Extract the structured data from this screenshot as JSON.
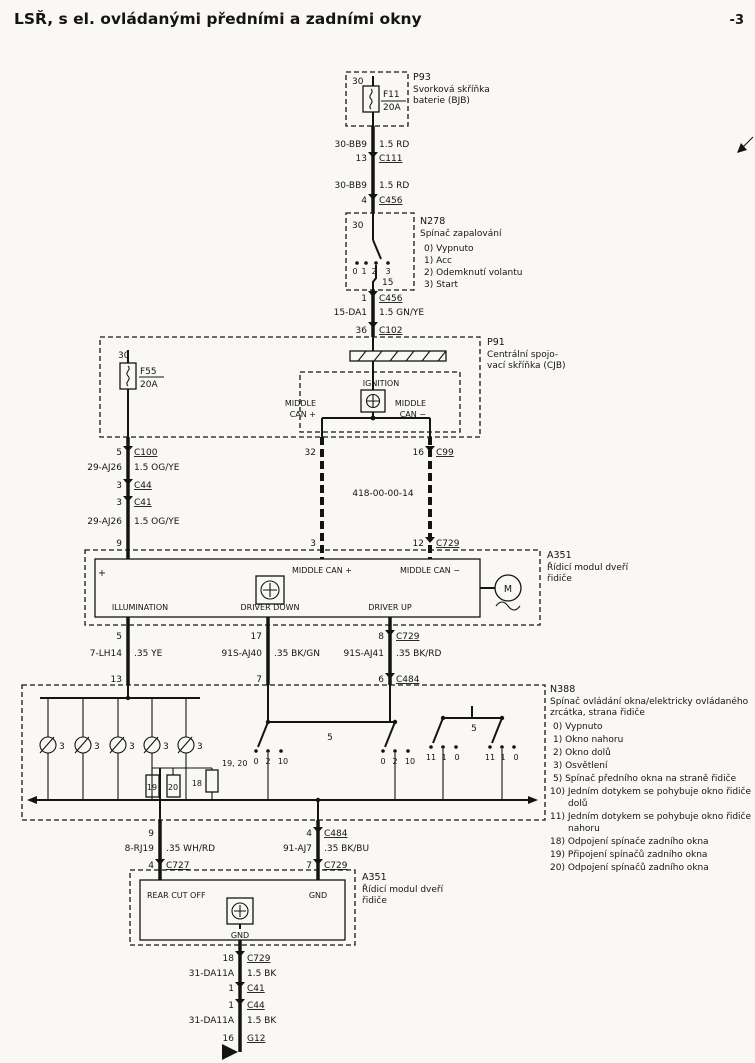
{
  "header": {
    "title": "LSŘ, s el. ovládanými předními a zadními okny",
    "page": "-3"
  },
  "p93": {
    "id": "P93",
    "desc_line1": "Svorková skříňka",
    "desc_line2": "baterie (BJB)",
    "terminal": "30",
    "fuse": "F11",
    "fuse_rating": "20A"
  },
  "seg1": {
    "wire1_code": "30-BB9",
    "wire1_spec": "1.5 RD",
    "c111_pin": "13",
    "c111": "C111",
    "wire2_code": "30-BB9",
    "wire2_spec": "1.5 RD",
    "c456_pin": "4",
    "c456": "C456"
  },
  "n278": {
    "id": "N278",
    "name": "Spínač zapalování",
    "terminal_in": "30",
    "pos0": "0",
    "pos1": "1",
    "pos2": "2",
    "pos3": "3",
    "terminal_out": "15",
    "legend": [
      "0) Vypnuto",
      "1) Acc",
      "2) Odemknutí volantu",
      "3) Start"
    ]
  },
  "seg2": {
    "c456_pin": "1",
    "c456": "C456",
    "wire_code": "15-DA1",
    "wire_spec": "1.5 GN/YE",
    "c102_pin": "36",
    "c102": "C102"
  },
  "p91": {
    "id": "P91",
    "desc_line1": "Centrální spojo-",
    "desc_line2": "vací skříňka (CJB)",
    "terminal": "30",
    "fuse": "F55",
    "fuse_rating": "20A",
    "ignition": "IGNITION",
    "can_plus_line1": "MIDDLE",
    "can_plus_line2": "CAN +",
    "can_minus_line1": "MIDDLE",
    "can_minus_line2": "CAN −"
  },
  "seg3": {
    "c100_pin": "5",
    "c100": "C100",
    "wire1_code": "29-AJ26",
    "wire1_spec": "1.5 OG/YE",
    "c44_pin": "3",
    "c44": "C44",
    "c41_pin": "3",
    "c41": "C41",
    "wire2_code": "29-AJ26",
    "wire2_spec": "1.5 OG/YE",
    "pin9": "9",
    "can_plus_pin_top": "32",
    "can_plus_pin_bottom": "3",
    "c99_pin": "16",
    "c99": "C99",
    "c729_pin": "12",
    "c729": "C729",
    "twisted_pair": "418-00-00-14"
  },
  "a351_top": {
    "id": "A351",
    "desc_line1": "Řídicí modul dveří",
    "desc_line2": "řidiče",
    "plus": "+",
    "can_plus": "MIDDLE CAN +",
    "can_minus": "MIDDLE CAN −",
    "illumination": "ILLUMINATION",
    "driver_down": "DRIVER DOWN",
    "driver_up": "DRIVER UP",
    "motor": "M"
  },
  "seg4": {
    "left_pin_top": "5",
    "left_code": "7-LH14",
    "left_spec": ".35 YE",
    "left_pin_bottom": "13",
    "mid_pin_top": "17",
    "mid_code": "91S-AJ40",
    "mid_spec": ".35 BK/GN",
    "mid_pin_bottom": "7",
    "right_pin_top": "8",
    "right_conn_top": "C729",
    "right_code": "91S-AJ41",
    "right_spec": ".35 BK/RD",
    "right_pin_bottom": "6",
    "right_conn_bottom": "C484"
  },
  "n388": {
    "id": "N388",
    "name_line1": "Spínač ovládání okna/elektricky ovládaného",
    "name_line2": "zrcátka, strana řidiče",
    "legend_lines": [
      "0) Vypnuto",
      "1) Okno nahoru",
      "2) Okno dolů",
      "3) Osvětlení",
      "5) Spínač předního okna na straně řidiče",
      "10) Jedním dotykem se pohybuje okno řidiče",
      "dolů",
      "11) Jedním dotykem se pohybuje okno řidiče",
      "nahoru",
      "18) Odpojení spínače zadního okna",
      "19) Připojení spínačů zadního okna",
      "20) Odpojení spínačů zadního okna"
    ],
    "lamp_labels": [
      "3",
      "3",
      "3",
      "3",
      "3"
    ],
    "sw1": [
      "0",
      "2",
      "10"
    ],
    "sw2": [
      "0",
      "2",
      "10"
    ],
    "sw3": [
      "11",
      "1",
      "0"
    ],
    "sw4": [
      "11",
      "1",
      "0"
    ],
    "bracket1": "5",
    "bracket2": "5",
    "label_18": "18",
    "label_19": "19",
    "label_20": "20",
    "label_19_20": "19, 20"
  },
  "seg5": {
    "left_pin_top": "9",
    "left_code": "8-RJ19",
    "left_spec": ".35 WH/RD",
    "left_pin_bottom": "4",
    "left_conn": "C727",
    "right_pin_top": "4",
    "right_conn_top": "C484",
    "right_code": "91-AJ7",
    "right_spec": ".35 BK/BU",
    "right_pin_bottom": "7",
    "right_conn_bottom": "C729"
  },
  "a351_bottom": {
    "id": "A351",
    "desc_line1": "Řídicí modul dveří",
    "desc_line2": "řidiče",
    "rear_cut_off": "REAR CUT OFF",
    "gnd_top": "GND",
    "gnd_bottom": "GND"
  },
  "seg6": {
    "c729_pin": "18",
    "c729": "C729",
    "wire1_code": "31-DA11A",
    "wire1_spec": "1.5 BK",
    "c41_pin": "1",
    "c41": "C41",
    "c44_pin": "1",
    "c44": "C44",
    "wire2_code": "31-DA11A",
    "wire2_spec": "1.5 BK",
    "g12_pin": "16",
    "g12": "G12"
  }
}
